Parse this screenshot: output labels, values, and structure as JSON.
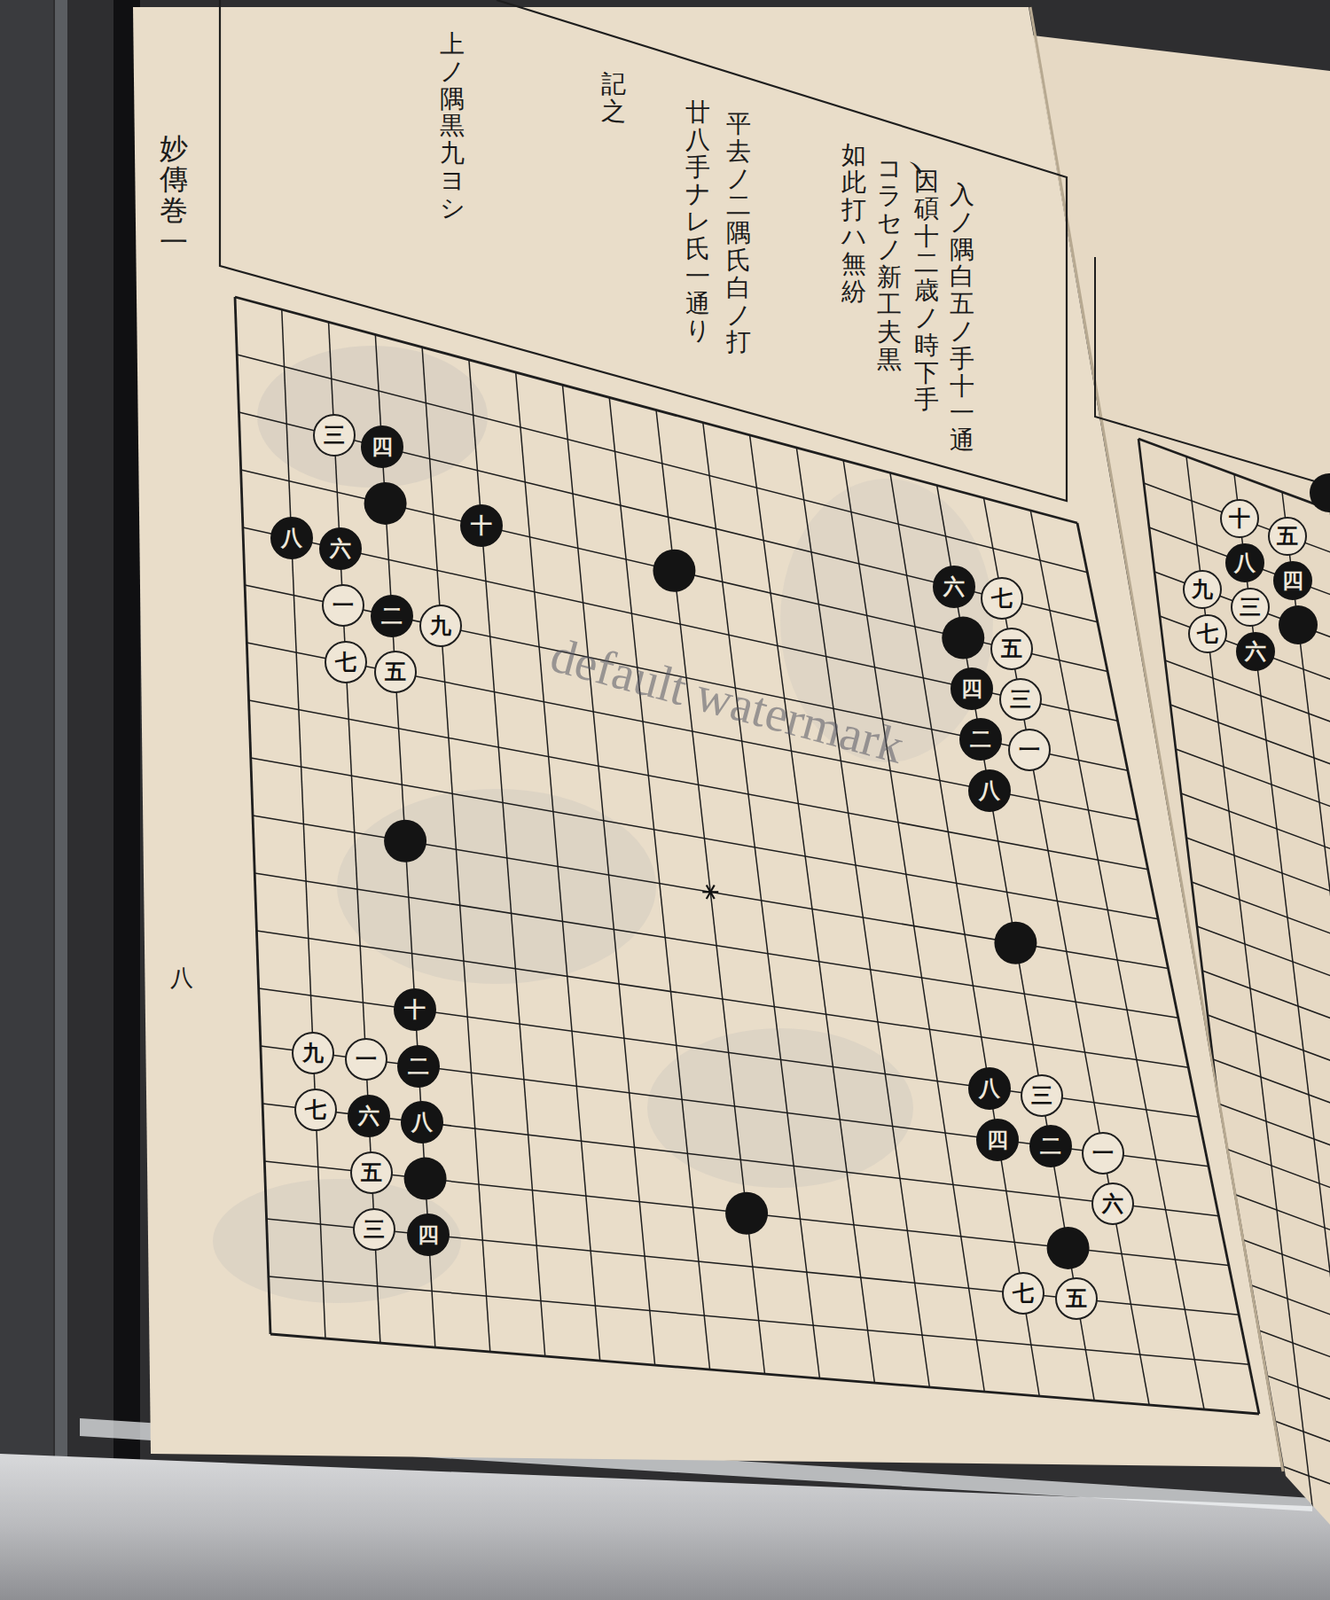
{
  "diagram": {
    "nodes": [
      {
        "text": [
          "一"
        ]
      },
      {
        "text": [
          "二"
        ]
      },
      {
        "text": [
          "三"
        ]
      },
      {
        "text": [
          "四"
        ]
      },
      {
        "text": [
          "五"
        ]
      },
      {
        "text": [
          "六"
        ]
      },
      {
        "text": [
          "七"
        ]
      },
      {
        "text": [
          "八"
        ]
      },
      {
        "text": [
          "九"
        ]
      },
      {
        "text": [
          "十"
        ]
      },
      {
        "text": [
          "一"
        ]
      },
      {
        "text": [
          "二"
        ]
      },
      {
        "text": [
          "三"
        ]
      },
      {
        "text": [
          "四"
        ]
      },
      {
        "text": [
          "五"
        ]
      },
      {
        "text": [
          "六"
        ]
      },
      {
        "text": [
          "七"
        ]
      },
      {
        "text": [
          "八"
        ]
      },
      {
        "text": [
          "一"
        ]
      },
      {
        "text": [
          "二"
        ]
      },
      {
        "text": [
          "三"
        ]
      },
      {
        "text": [
          "四"
        ]
      },
      {
        "text": [
          "五"
        ]
      },
      {
        "text": [
          "六"
        ]
      },
      {
        "text": [
          "七"
        ]
      },
      {
        "text": [
          "八"
        ]
      },
      {
        "text": [
          "九"
        ]
      },
      {
        "text": [
          "十"
        ]
      },
      {
        "text": [
          "一"
        ]
      },
      {
        "text": [
          "二"
        ]
      },
      {
        "text": [
          "三"
        ]
      },
      {
        "text": [
          "四"
        ]
      },
      {
        "text": [
          "五"
        ]
      },
      {
        "text": [
          "六"
        ]
      },
      {
        "text": [
          "七"
        ]
      },
      {
        "text": [
          "八"
        ]
      },
      {
        "text": [
          "十"
        ]
      },
      {
        "text": [
          "五"
        ]
      },
      {
        "text": [
          "八"
        ]
      },
      {
        "text": [
          "九"
        ]
      },
      {
        "text": [
          "四"
        ]
      },
      {
        "text": [
          "三"
        ]
      },
      {
        "text": [
          "七"
        ]
      },
      {
        "text": [
          "六"
        ]
      }
    ],
    "labels": [
      "入ノ隅白五ノ手十一通",
      "因碩十二歳ノ時下手",
      "コヽラセノ新工夫黒",
      "如此打ハ無紛",
      "平去ノ二隅氏白ノ打",
      "廿八手ナレ氏一通り",
      "記之",
      "上ノ隅黒九ヨシ",
      "妙傳巻一",
      "八",
      "default watermark"
    ]
  }
}
